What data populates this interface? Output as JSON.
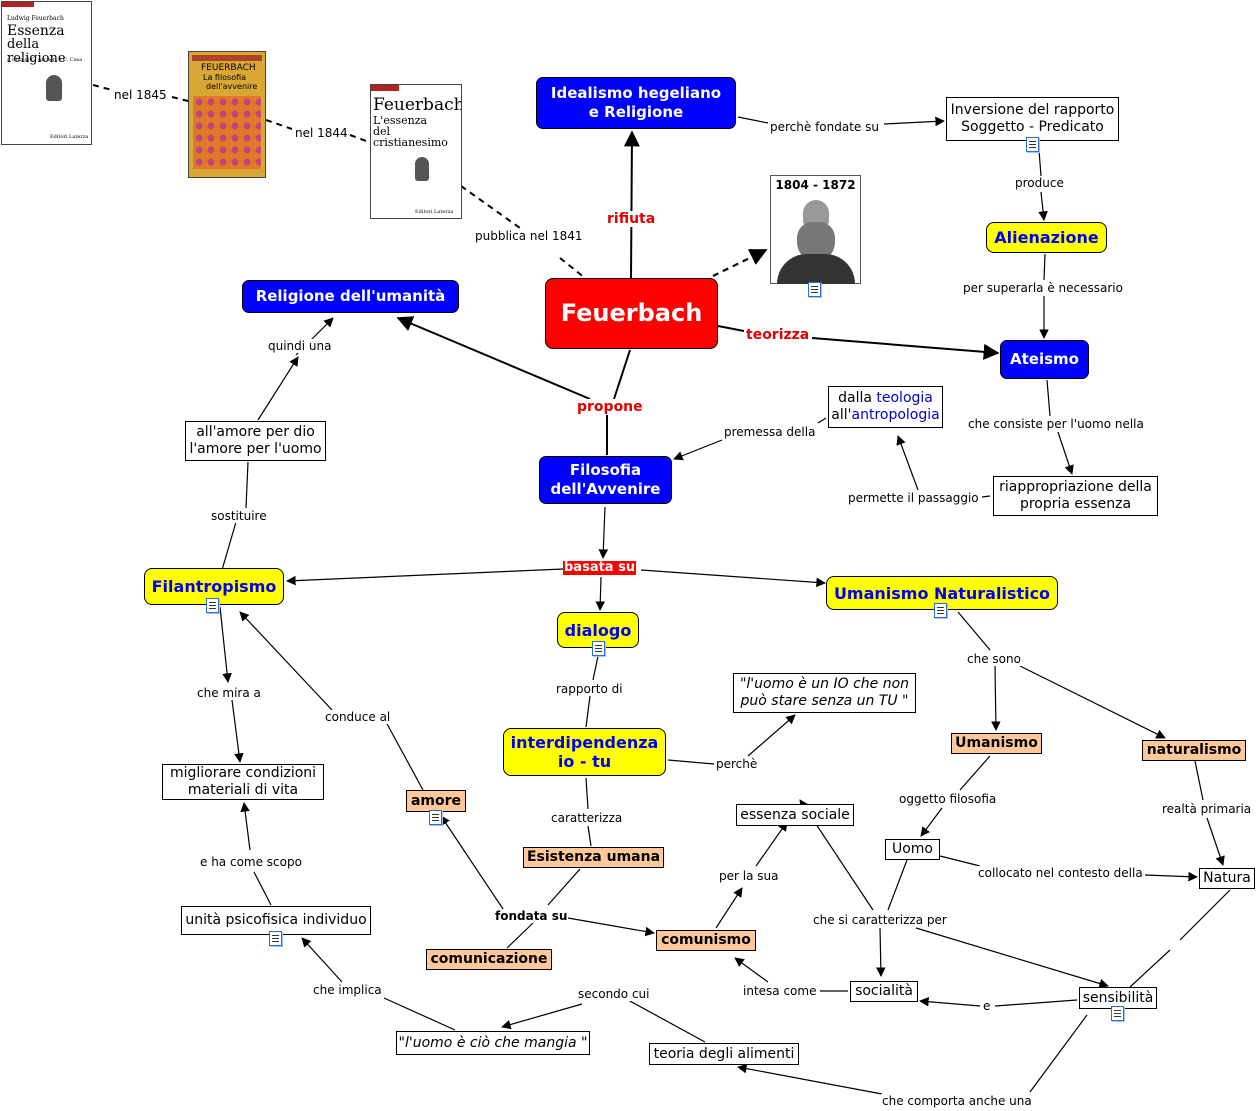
{
  "nodes": {
    "feuerbach": "Feuerbach",
    "idealismo": [
      "Idealismo hegeliano",
      "e Religione"
    ],
    "inversione": [
      "Inversione del rapporto",
      "Soggetto - Predicato"
    ],
    "alienazione": "Alienazione",
    "ateismo": "Ateismo",
    "religione_umanita": "Religione dell'umanità",
    "filosofia_avvenire": [
      "Filosofia",
      "dell'Avvenire"
    ],
    "dalla_teologia": {
      "pre1": "dalla ",
      "teologia": "teologia",
      "pre2": "all'",
      "antropologia": "antropologia"
    },
    "riappropriazione": [
      "riappropriazione della",
      "propria essenza"
    ],
    "amore_dio": [
      "all'amore per dio",
      "l'amore per l'uomo"
    ],
    "filantropismo": "Filantropismo",
    "dialogo": "dialogo",
    "umanismo_naturalistico": "Umanismo Naturalistico",
    "interdipendenza": [
      "interdipendenza",
      "io - tu"
    ],
    "io_tu_quote": [
      "\"l'uomo è un IO che non",
      "può stare senza un TU \""
    ],
    "migliorare": [
      "migliorare condizioni",
      "materiali di vita"
    ],
    "amore": "amore",
    "essenza_sociale": "essenza sociale",
    "esistenza_umana": "Esistenza umana",
    "umanismo": "Umanismo",
    "naturalismo": "naturalismo",
    "uomo": "Uomo",
    "natura": "Natura",
    "unita_psicofisica": "unità psicofisica individuo",
    "comunismo": "comunismo",
    "comunicazione": "comunicazione",
    "socialita": "socialità",
    "sensibilita": "sensibilità",
    "uomo_mangia": "\"l'uomo è ciò che mangia \"",
    "teoria_alimenti": "teoria degli alimenti",
    "portrait_years": "1804 - 1872"
  },
  "books": {
    "essenza_religione": {
      "author": "Ludwig Feuerbach",
      "title": [
        "Essenza",
        "della religione"
      ],
      "editor": "a cura di C. Ascheri e C. Cesa",
      "publisher": "Editori Laterza"
    },
    "filosofia_avvenire": {
      "author": "FEUERBACH",
      "title": [
        "La filosofia",
        "dell'avvenire"
      ]
    },
    "essenza_cristianesimo": {
      "author": "Feuerbach",
      "title": [
        "L'essenza",
        "del cristianesimo"
      ],
      "publisher": "Editori Laterza"
    }
  },
  "labels": {
    "nel_1845": "nel 1845",
    "nel_1844": "nel 1844",
    "pubblica_1841": "pubblica nel 1841",
    "rifiuta": "rifiuta",
    "perche_fondate": "perchè fondate su",
    "produce": "produce",
    "per_superarla": "per superarla è necessario",
    "teorizza": "teorizza",
    "quindi_una": "quindi una",
    "propone": "propone",
    "premessa_della": "premessa della",
    "che_consiste": "che consiste per l'uomo nella",
    "permette_passaggio": "permette il passaggio",
    "sostituire": "sostituire",
    "basata_su": "basata su",
    "che_sono": "che sono",
    "che_mira_a": "che mira a",
    "conduce_al": "conduce al",
    "rapporto_di": "rapporto di",
    "perche": "perchè",
    "caratterizza": "caratterizza",
    "oggetto_filosofia": "oggetto filosofia",
    "realta_primaria": "realtà primaria",
    "e_ha_come_scopo": "e ha come scopo",
    "collocato": "collocato nel contesto della",
    "per_la_sua": "per la sua",
    "fondata_su": "fondata su",
    "che_si_caratterizza": "che si caratterizza per",
    "che_implica": "che implica",
    "intesa_come": "intesa come",
    "secondo_cui": "secondo cui",
    "e": "e",
    "che_comporta": "che comporta anche una"
  },
  "colors": {
    "root": "#ff0000",
    "blue_node": "#0000ff",
    "yellow_node": "#ffff00",
    "peach_node": "#ffc89a",
    "link_label_red": "#e00000"
  }
}
